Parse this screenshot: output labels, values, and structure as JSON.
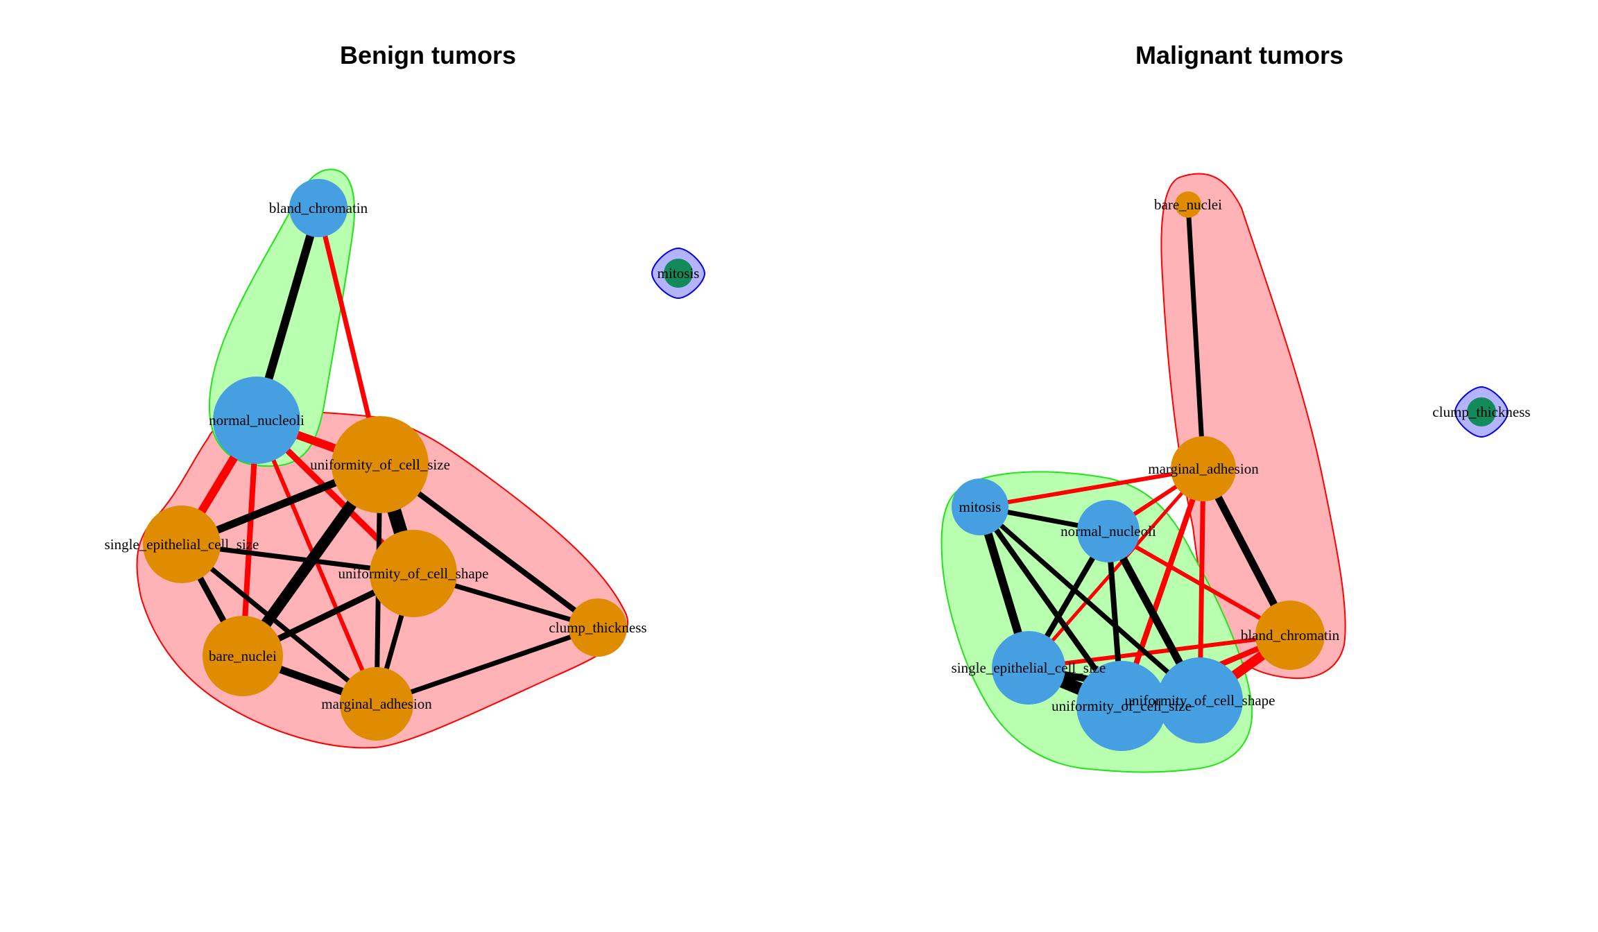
{
  "colors": {
    "positive_edge": "#000000",
    "negative_edge": "#ff0000",
    "cluster_orange": "#e08c00",
    "cluster_blue": "#459fe0",
    "cluster_green": "#138a5a",
    "hull_red_fill": "#ffb3b6",
    "hull_red_stroke": "#ff0000",
    "hull_green_fill": "#b9ffb0",
    "hull_green_stroke": "#22e31b",
    "hull_blue_fill": "#b3b3ff",
    "hull_blue_stroke": "#0000ee"
  },
  "panels": [
    {
      "id": "benign",
      "title": "Benign tumors",
      "nodes": [
        {
          "id": "bland_chromatin",
          "label": "bland_chromatin",
          "group": "blue"
        },
        {
          "id": "normal_nucleoli",
          "label": "normal_nucleoli",
          "group": "blue"
        },
        {
          "id": "uniformity_of_cell_size",
          "label": "uniformity_of_cell_size",
          "group": "orange"
        },
        {
          "id": "single_epithelial_cell_size",
          "label": "single_epithelial_cell_size",
          "group": "orange"
        },
        {
          "id": "uniformity_of_cell_shape",
          "label": "uniformity_of_cell_shape",
          "group": "orange"
        },
        {
          "id": "clump_thickness",
          "label": "clump_thickness",
          "group": "orange"
        },
        {
          "id": "bare_nuclei",
          "label": "bare_nuclei",
          "group": "orange"
        },
        {
          "id": "marginal_adhesion",
          "label": "marginal_adhesion",
          "group": "orange"
        },
        {
          "id": "mitosis",
          "label": "mitosis",
          "group": "green"
        }
      ],
      "edges": [
        {
          "from": "bland_chromatin",
          "to": "normal_nucleoli",
          "sign": "positive"
        },
        {
          "from": "bland_chromatin",
          "to": "uniformity_of_cell_size",
          "sign": "negative"
        },
        {
          "from": "normal_nucleoli",
          "to": "uniformity_of_cell_size",
          "sign": "negative"
        },
        {
          "from": "normal_nucleoli",
          "to": "single_epithelial_cell_size",
          "sign": "negative"
        },
        {
          "from": "normal_nucleoli",
          "to": "uniformity_of_cell_shape",
          "sign": "negative"
        },
        {
          "from": "normal_nucleoli",
          "to": "bare_nuclei",
          "sign": "negative"
        },
        {
          "from": "normal_nucleoli",
          "to": "marginal_adhesion",
          "sign": "negative"
        },
        {
          "from": "uniformity_of_cell_size",
          "to": "single_epithelial_cell_size",
          "sign": "positive"
        },
        {
          "from": "uniformity_of_cell_size",
          "to": "uniformity_of_cell_shape",
          "sign": "positive"
        },
        {
          "from": "uniformity_of_cell_size",
          "to": "clump_thickness",
          "sign": "positive"
        },
        {
          "from": "uniformity_of_cell_size",
          "to": "bare_nuclei",
          "sign": "positive"
        },
        {
          "from": "uniformity_of_cell_size",
          "to": "marginal_adhesion",
          "sign": "positive"
        },
        {
          "from": "single_epithelial_cell_size",
          "to": "uniformity_of_cell_shape",
          "sign": "positive"
        },
        {
          "from": "single_epithelial_cell_size",
          "to": "bare_nuclei",
          "sign": "positive"
        },
        {
          "from": "single_epithelial_cell_size",
          "to": "marginal_adhesion",
          "sign": "positive"
        },
        {
          "from": "uniformity_of_cell_shape",
          "to": "clump_thickness",
          "sign": "positive"
        },
        {
          "from": "uniformity_of_cell_shape",
          "to": "bare_nuclei",
          "sign": "positive"
        },
        {
          "from": "uniformity_of_cell_shape",
          "to": "marginal_adhesion",
          "sign": "positive"
        },
        {
          "from": "bare_nuclei",
          "to": "marginal_adhesion",
          "sign": "positive"
        },
        {
          "from": "clump_thickness",
          "to": "marginal_adhesion",
          "sign": "positive"
        }
      ]
    },
    {
      "id": "malignant",
      "title": "Malignant tumors",
      "nodes": [
        {
          "id": "bare_nuclei",
          "label": "bare_nuclei",
          "group": "orange"
        },
        {
          "id": "marginal_adhesion",
          "label": "marginal_adhesion",
          "group": "orange"
        },
        {
          "id": "bland_chromatin",
          "label": "bland_chromatin",
          "group": "orange"
        },
        {
          "id": "mitosis",
          "label": "mitosis",
          "group": "blue"
        },
        {
          "id": "normal_nucleoli",
          "label": "normal_nucleoli",
          "group": "blue"
        },
        {
          "id": "single_epithelial_cell_size",
          "label": "single_epithelial_cell_size",
          "group": "blue"
        },
        {
          "id": "uniformity_of_cell_size",
          "label": "uniformity_of_cell_size",
          "group": "blue"
        },
        {
          "id": "uniformity_of_cell_shape",
          "label": "uniformity_of_cell_shape",
          "group": "blue"
        },
        {
          "id": "clump_thickness",
          "label": "clump_thickness",
          "group": "green"
        }
      ],
      "edges": [
        {
          "from": "bare_nuclei",
          "to": "marginal_adhesion",
          "sign": "positive"
        },
        {
          "from": "marginal_adhesion",
          "to": "bland_chromatin",
          "sign": "positive"
        },
        {
          "from": "marginal_adhesion",
          "to": "mitosis",
          "sign": "negative"
        },
        {
          "from": "marginal_adhesion",
          "to": "normal_nucleoli",
          "sign": "negative"
        },
        {
          "from": "marginal_adhesion",
          "to": "single_epithelial_cell_size",
          "sign": "negative"
        },
        {
          "from": "marginal_adhesion",
          "to": "uniformity_of_cell_size",
          "sign": "negative"
        },
        {
          "from": "marginal_adhesion",
          "to": "uniformity_of_cell_shape",
          "sign": "negative"
        },
        {
          "from": "normal_nucleoli",
          "to": "bland_chromatin",
          "sign": "negative"
        },
        {
          "from": "bland_chromatin",
          "to": "single_epithelial_cell_size",
          "sign": "negative"
        },
        {
          "from": "bland_chromatin",
          "to": "uniformity_of_cell_size",
          "sign": "negative"
        },
        {
          "from": "bland_chromatin",
          "to": "uniformity_of_cell_shape",
          "sign": "negative"
        },
        {
          "from": "mitosis",
          "to": "normal_nucleoli",
          "sign": "positive"
        },
        {
          "from": "mitosis",
          "to": "single_epithelial_cell_size",
          "sign": "positive"
        },
        {
          "from": "mitosis",
          "to": "uniformity_of_cell_size",
          "sign": "positive"
        },
        {
          "from": "mitosis",
          "to": "uniformity_of_cell_shape",
          "sign": "positive"
        },
        {
          "from": "normal_nucleoli",
          "to": "single_epithelial_cell_size",
          "sign": "positive"
        },
        {
          "from": "normal_nucleoli",
          "to": "uniformity_of_cell_size",
          "sign": "positive"
        },
        {
          "from": "normal_nucleoli",
          "to": "uniformity_of_cell_shape",
          "sign": "positive"
        },
        {
          "from": "single_epithelial_cell_size",
          "to": "uniformity_of_cell_size",
          "sign": "positive"
        },
        {
          "from": "single_epithelial_cell_size",
          "to": "uniformity_of_cell_shape",
          "sign": "positive"
        },
        {
          "from": "uniformity_of_cell_size",
          "to": "uniformity_of_cell_shape",
          "sign": "positive"
        }
      ]
    }
  ]
}
